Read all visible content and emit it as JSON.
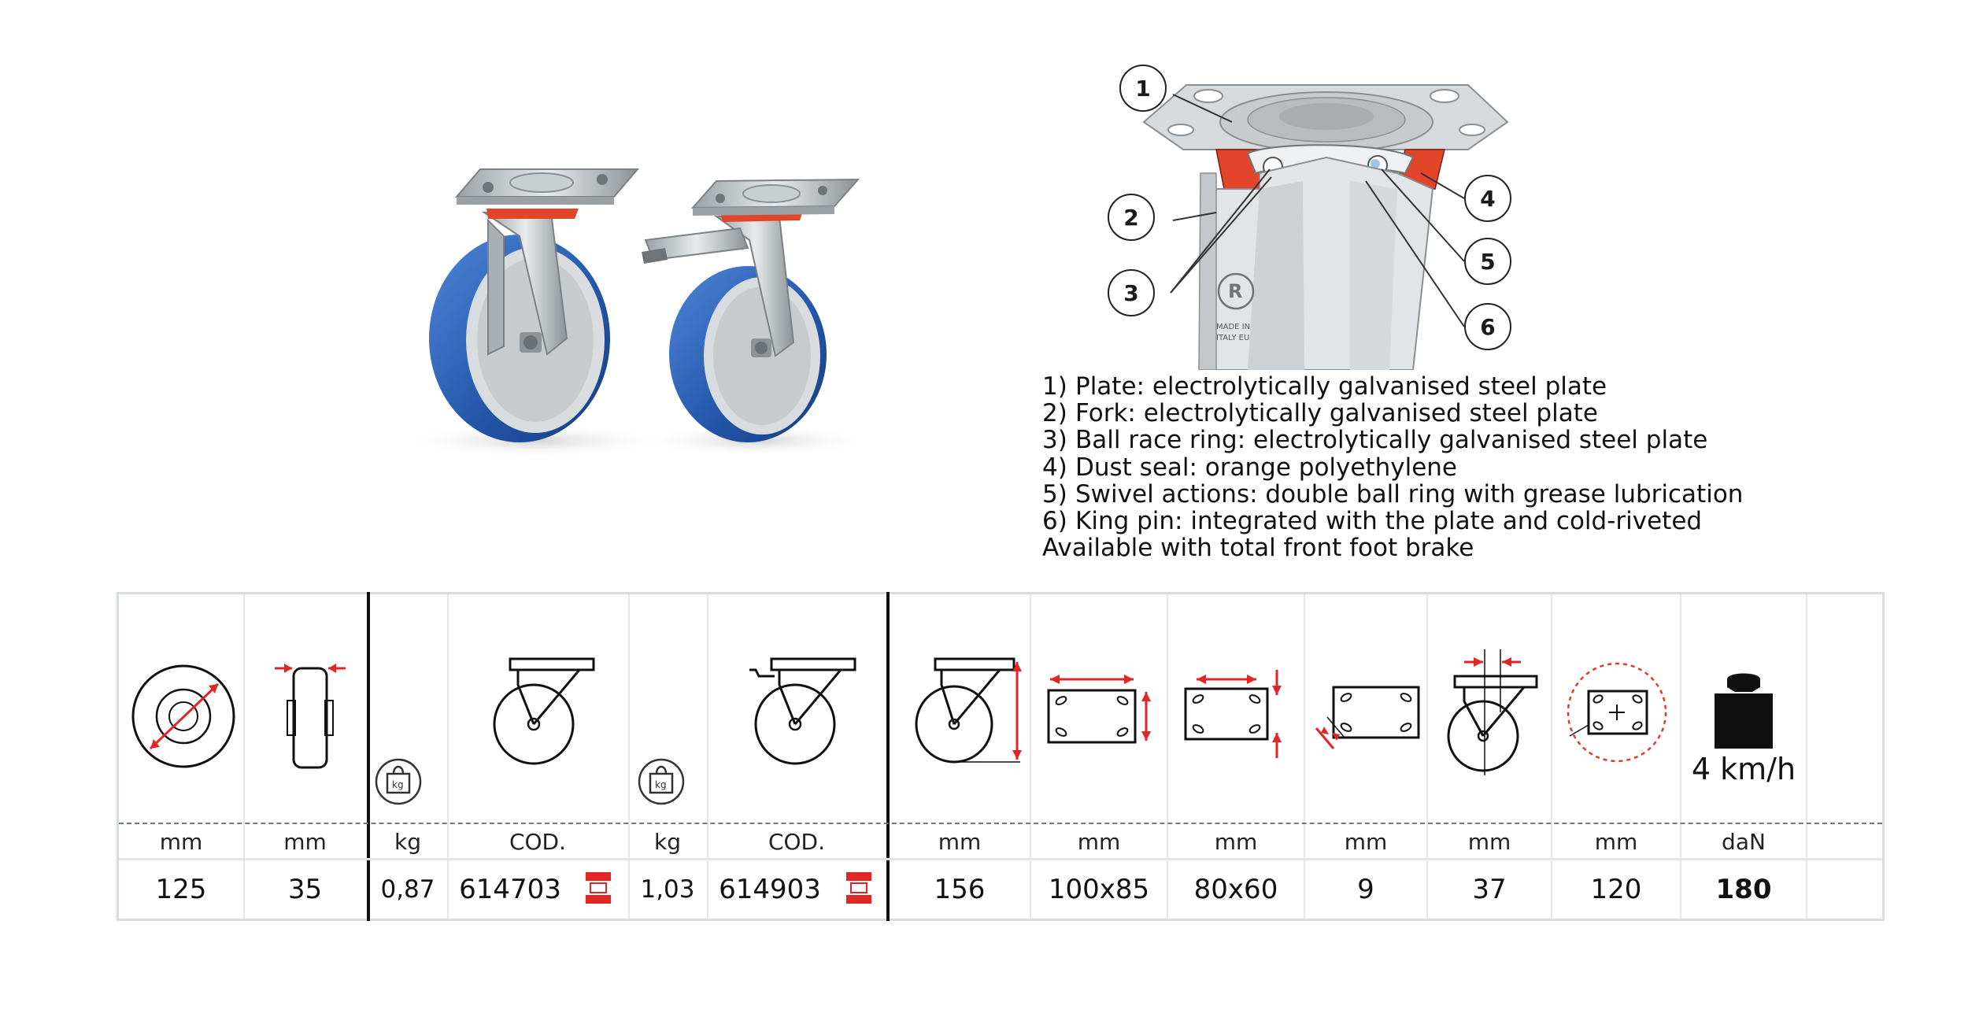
{
  "spec_list": {
    "items": [
      {
        "num": "1)",
        "text": "Plate: electrolytically galvanised steel plate"
      },
      {
        "num": "2)",
        "text": "Fork: electrolytically galvanised steel plate"
      },
      {
        "num": "3)",
        "text": "Ball race ring: electrolytically galvanised steel plate"
      },
      {
        "num": "4)",
        "text": "Dust seal: orange polyethylene"
      },
      {
        "num": "5)",
        "text": "Swivel actions: double ball ring with grease lubrication"
      },
      {
        "num": "6)",
        "text": "King pin: integrated with the plate and cold-riveted"
      }
    ],
    "note": "Available with total front foot brake"
  },
  "diagram": {
    "callouts": [
      "1",
      "2",
      "3",
      "4",
      "5",
      "6"
    ],
    "casting_text_line1": "MADE IN",
    "casting_text_line2": "ITALY EU"
  },
  "table": {
    "units": {
      "wheel_diameter": "mm",
      "wheel_width": "mm",
      "weight_swivel": "kg",
      "code_swivel": "COD.",
      "weight_brake": "kg",
      "code_brake": "COD.",
      "overall_height": "mm",
      "plate_size": "mm",
      "hole_spacing": "mm",
      "hole_diameter": "mm",
      "offset": "mm",
      "turning_radius": "mm",
      "load": "daN"
    },
    "values": {
      "wheel_diameter": "125",
      "wheel_width": "35",
      "weight_swivel": "0,87",
      "code_swivel": "614703",
      "weight_brake": "1,03",
      "code_brake": "614903",
      "overall_height": "156",
      "plate_size": "100x85",
      "hole_spacing": "80x60",
      "hole_diameter": "9",
      "offset": "37",
      "turning_radius": "120",
      "load": "180"
    },
    "speed": "4 km/h",
    "weight_icon_label": "kg"
  },
  "colors": {
    "wheel_blue": "#2b5fb4",
    "seal_orange": "#e2452a",
    "code_red": "#e02626",
    "dash_circle": "#e03a2a"
  }
}
